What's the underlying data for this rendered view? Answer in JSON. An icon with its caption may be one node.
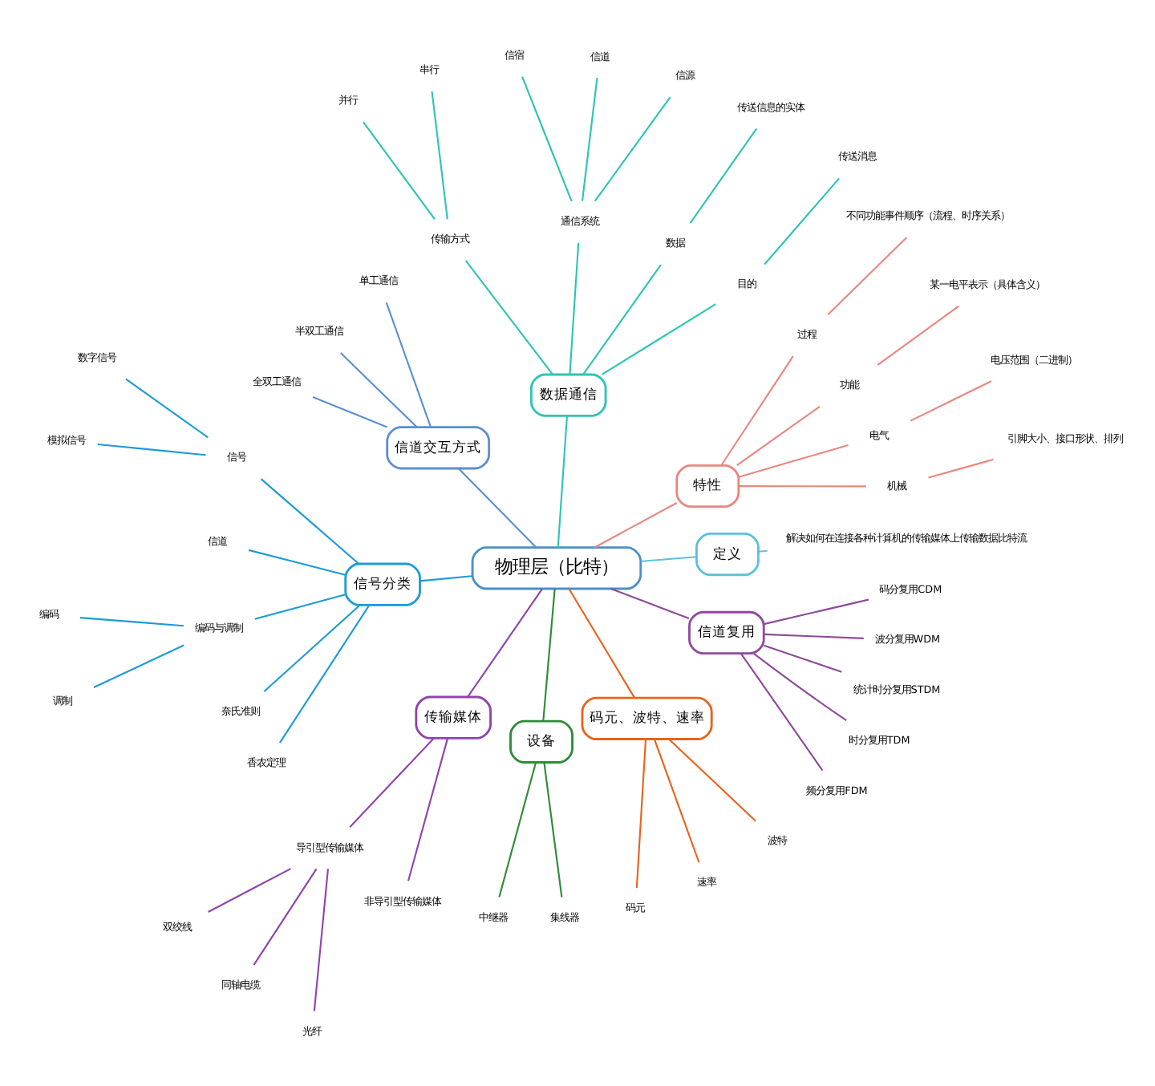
{
  "diagram": {
    "nodes": [
      {
        "text": [
          "物理层（比特）"
        ]
      },
      {
        "text": [
          "定义"
        ]
      },
      {
        "text": [
          "解决如何在连接各种计算机的传输媒体上传输数据比特流"
        ]
      },
      {
        "text": [
          "特性"
        ]
      },
      {
        "text": [
          "机械"
        ]
      },
      {
        "text": [
          "引脚大小、接口形状、排列"
        ]
      },
      {
        "text": [
          "电气"
        ]
      },
      {
        "text": [
          "电压范围（二进制）"
        ]
      },
      {
        "text": [
          "功能"
        ]
      },
      {
        "text": [
          "某一电平表示（具体含义）"
        ]
      },
      {
        "text": [
          "过程"
        ]
      },
      {
        "text": [
          "不同功能事件顺序（流程、时序关系）"
        ]
      },
      {
        "text": [
          "数据通信"
        ]
      },
      {
        "text": [
          "目的"
        ]
      },
      {
        "text": [
          "传送消息"
        ]
      },
      {
        "text": [
          "数据"
        ]
      },
      {
        "text": [
          "传送信息的实体"
        ]
      },
      {
        "text": [
          "通信系统"
        ]
      },
      {
        "text": [
          "信源"
        ]
      },
      {
        "text": [
          "信道"
        ]
      },
      {
        "text": [
          "信宿"
        ]
      },
      {
        "text": [
          "传输方式"
        ]
      },
      {
        "text": [
          "串行"
        ]
      },
      {
        "text": [
          "并行"
        ]
      },
      {
        "text": [
          "信道交互方式"
        ]
      },
      {
        "text": [
          "单工通信"
        ]
      },
      {
        "text": [
          "半双工通信"
        ]
      },
      {
        "text": [
          "全双工通信"
        ]
      },
      {
        "text": [
          "信号分类"
        ]
      },
      {
        "text": [
          "信号"
        ]
      },
      {
        "text": [
          "信道"
        ]
      },
      {
        "text": [
          "编码与调制"
        ]
      },
      {
        "text": [
          "奈氏准则"
        ]
      },
      {
        "text": [
          "香农定理"
        ]
      },
      {
        "text": [
          "数字信号"
        ]
      },
      {
        "text": [
          "模拟信号"
        ]
      },
      {
        "text": [
          "编码"
        ]
      },
      {
        "text": [
          "调制"
        ]
      },
      {
        "text": [
          "传输媒体"
        ]
      },
      {
        "text": [
          "导引型传输媒体"
        ]
      },
      {
        "text": [
          "双绞线"
        ]
      },
      {
        "text": [
          "同轴电缆"
        ]
      },
      {
        "text": [
          "光纤"
        ]
      },
      {
        "text": [
          "非导引型传输媒体"
        ]
      },
      {
        "text": [
          "设备"
        ]
      },
      {
        "text": [
          "中继器"
        ]
      },
      {
        "text": [
          "集线器"
        ]
      },
      {
        "text": [
          "码元、波特、速率"
        ]
      },
      {
        "text": [
          "码元"
        ]
      },
      {
        "text": [
          "速率"
        ]
      },
      {
        "text": [
          "波特"
        ]
      },
      {
        "text": [
          "信道复用"
        ]
      },
      {
        "text": [
          "频分复用FDM"
        ]
      },
      {
        "text": [
          "时分复用TDM"
        ]
      },
      {
        "text": [
          "统计时分复用STDM"
        ]
      },
      {
        "text": [
          "波分复用WDM"
        ]
      },
      {
        "text": [
          "码分复用CDM"
        ]
      }
    ],
    "edges": [
      {
        "from": 0,
        "to": 1,
        "arrow": "none",
        "color": "#5bc0de"
      },
      {
        "from": 1,
        "to": 2,
        "arrow": "none",
        "color": "#5bc0de"
      },
      {
        "from": 0,
        "to": 3,
        "arrow": "none",
        "color": "#e8877f"
      },
      {
        "from": 3,
        "to": 4,
        "arrow": "none",
        "color": "#e8877f"
      },
      {
        "from": 4,
        "to": 5,
        "arrow": "none",
        "color": "#e8877f"
      },
      {
        "from": 3,
        "to": 6,
        "arrow": "none",
        "color": "#e8877f"
      },
      {
        "from": 6,
        "to": 7,
        "arrow": "none",
        "color": "#e8877f"
      },
      {
        "from": 3,
        "to": 8,
        "arrow": "none",
        "color": "#e8877f"
      },
      {
        "from": 8,
        "to": 9,
        "arrow": "none",
        "color": "#e8877f"
      },
      {
        "from": 3,
        "to": 10,
        "arrow": "none",
        "color": "#e8877f"
      },
      {
        "from": 10,
        "to": 11,
        "arrow": "none",
        "color": "#e8877f"
      },
      {
        "from": 0,
        "to": 12,
        "arrow": "none",
        "color": "#2ec4b6"
      },
      {
        "from": 12,
        "to": 13,
        "arrow": "none",
        "color": "#2ec4b6"
      },
      {
        "from": 13,
        "to": 14,
        "arrow": "none",
        "color": "#2ec4b6"
      },
      {
        "from": 12,
        "to": 15,
        "arrow": "none",
        "color": "#2ec4b6"
      },
      {
        "from": 15,
        "to": 16,
        "arrow": "none",
        "color": "#2ec4b6"
      },
      {
        "from": 12,
        "to": 17,
        "arrow": "none",
        "color": "#2ec4b6"
      },
      {
        "from": 17,
        "to": 18,
        "arrow": "none",
        "color": "#2ec4b6"
      },
      {
        "from": 17,
        "to": 19,
        "arrow": "none",
        "color": "#2ec4b6"
      },
      {
        "from": 17,
        "to": 20,
        "arrow": "none",
        "color": "#2ec4b6"
      },
      {
        "from": 12,
        "to": 21,
        "arrow": "none",
        "color": "#2ec4b6"
      },
      {
        "from": 21,
        "to": 22,
        "arrow": "none",
        "color": "#2ec4b6"
      },
      {
        "from": 21,
        "to": 23,
        "arrow": "none",
        "color": "#2ec4b6"
      },
      {
        "from": 0,
        "to": 24,
        "arrow": "none",
        "color": "#5b8fd1"
      },
      {
        "from": 24,
        "to": 25,
        "arrow": "none",
        "color": "#5b8fd1"
      },
      {
        "from": 24,
        "to": 26,
        "arrow": "none",
        "color": "#5b8fd1"
      },
      {
        "from": 24,
        "to": 27,
        "arrow": "none",
        "color": "#5b8fd1"
      },
      {
        "from": 0,
        "to": 28,
        "arrow": "none",
        "color": "#1e9bd7"
      },
      {
        "from": 28,
        "to": 29,
        "arrow": "none",
        "color": "#1e9bd7"
      },
      {
        "from": 28,
        "to": 30,
        "arrow": "none",
        "color": "#1e9bd7"
      },
      {
        "from": 28,
        "to": 31,
        "arrow": "none",
        "color": "#1e9bd7"
      },
      {
        "from": 28,
        "to": 32,
        "arrow": "none",
        "color": "#1e9bd7"
      },
      {
        "from": 28,
        "to": 33,
        "arrow": "none",
        "color": "#1e9bd7"
      },
      {
        "from": 29,
        "to": 34,
        "arrow": "none",
        "color": "#1e9bd7"
      },
      {
        "from": 29,
        "to": 35,
        "arrow": "none",
        "color": "#1e9bd7"
      },
      {
        "from": 31,
        "to": 36,
        "arrow": "none",
        "color": "#1e9bd7"
      },
      {
        "from": 31,
        "to": 37,
        "arrow": "none",
        "color": "#1e9bd7"
      },
      {
        "from": 0,
        "to": 38,
        "arrow": "none",
        "color": "#8e44ad"
      },
      {
        "from": 38,
        "to": 39,
        "arrow": "none",
        "color": "#8e44ad"
      },
      {
        "from": 39,
        "to": 40,
        "arrow": "none",
        "color": "#8e44ad"
      },
      {
        "from": 39,
        "to": 41,
        "arrow": "none",
        "color": "#8e44ad"
      },
      {
        "from": 39,
        "to": 42,
        "arrow": "none",
        "color": "#8e44ad"
      },
      {
        "from": 38,
        "to": 43,
        "arrow": "none",
        "color": "#8e44ad"
      },
      {
        "from": 0,
        "to": 44,
        "arrow": "none",
        "color": "#2e8b3a"
      },
      {
        "from": 44,
        "to": 45,
        "arrow": "none",
        "color": "#2e8b3a"
      },
      {
        "from": 44,
        "to": 46,
        "arrow": "none",
        "color": "#2e8b3a"
      },
      {
        "from": 0,
        "to": 47,
        "arrow": "none",
        "color": "#e8641b"
      },
      {
        "from": 47,
        "to": 48,
        "arrow": "none",
        "color": "#e8641b"
      },
      {
        "from": 47,
        "to": 49,
        "arrow": "none",
        "color": "#e8641b"
      },
      {
        "from": 47,
        "to": 50,
        "arrow": "none",
        "color": "#e8641b"
      },
      {
        "from": 0,
        "to": 51,
        "arrow": "none",
        "color": "#8e4a9a"
      },
      {
        "from": 51,
        "to": 52,
        "arrow": "none",
        "color": "#8e4a9a"
      },
      {
        "from": 51,
        "to": 53,
        "arrow": "none",
        "color": "#8e4a9a"
      },
      {
        "from": 51,
        "to": 54,
        "arrow": "none",
        "color": "#8e4a9a"
      },
      {
        "from": 51,
        "to": 55,
        "arrow": "none",
        "color": "#8e4a9a"
      },
      {
        "from": 51,
        "to": 56,
        "arrow": "none",
        "color": "#8e4a9a"
      }
    ]
  }
}
